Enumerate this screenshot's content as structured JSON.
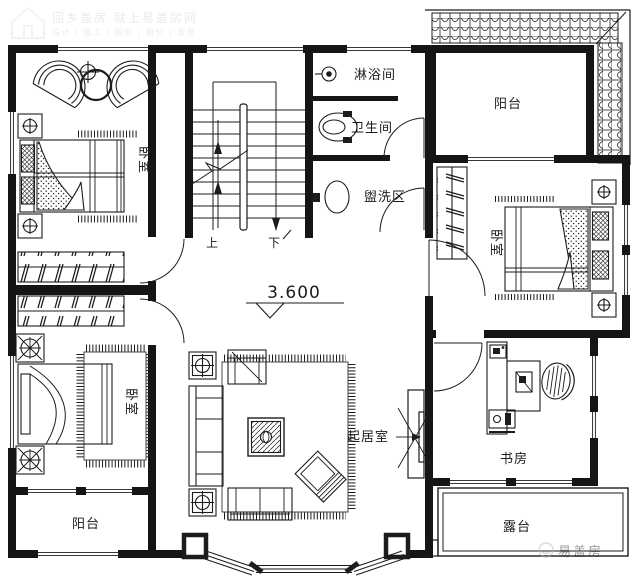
{
  "watermark_top": {
    "line1": "回乡盖房 就上易盖房网",
    "line2": "设计 | 施工 | 图纸 | 报价 | 服务"
  },
  "watermark_bottom": {
    "brand": "易盖房"
  },
  "labels": {
    "bedroom_tl": "卧室",
    "bedroom_bl": "卧室",
    "bedroom_right": "卧室",
    "shower_room": "淋浴间",
    "toilet": "卫生间",
    "wash_area": "盥洗区",
    "balcony_top": "阳台",
    "balcony_bottom": "阳台",
    "living_room": "起居室",
    "study": "书房",
    "terrace": "露台",
    "stairs_up": "上",
    "stairs_down": "下",
    "elevation": "3.600"
  },
  "colors": {
    "line": "#1c1c1c",
    "wall": "#151515",
    "watermark": "#c7c7c7",
    "background": "#ffffff"
  }
}
